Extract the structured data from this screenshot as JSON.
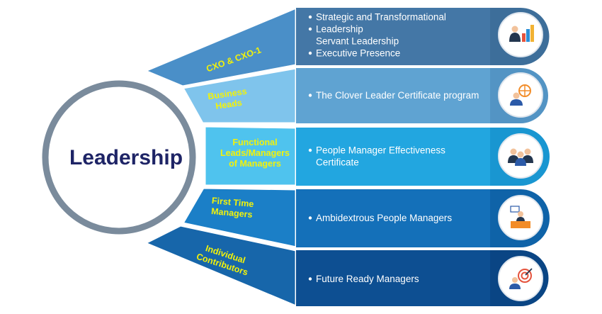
{
  "center": {
    "title": "Leadership"
  },
  "colors": {
    "ring": "#7a8b9c",
    "label": "#f2f20a",
    "text": "#ffffff",
    "title": "#1e2466"
  },
  "levels": [
    {
      "label_lines": [
        "CXO & CXO-1"
      ],
      "bullets": [
        {
          "lines": [
            "Strategic and Transformational"
          ]
        },
        {
          "lines": [
            "Leadership",
            "Servant Leadership"
          ]
        },
        {
          "lines": [
            "Executive Presence"
          ]
        }
      ],
      "icon": "leader-chart-icon",
      "fan_color": "#4a8fc8",
      "band_color": "#4477a6",
      "cap_color": "#3d6e9a"
    },
    {
      "label_lines": [
        "Business",
        "Heads"
      ],
      "bullets": [
        {
          "lines": [
            "The Clover Leader Certificate program"
          ]
        }
      ],
      "icon": "globe-person-icon",
      "fan_color": "#7fc4ec",
      "band_color": "#5fa3d2",
      "cap_color": "#5394c4"
    },
    {
      "label_lines": [
        "Functional",
        "Leads/Managers",
        "of Managers"
      ],
      "bullets": [
        {
          "lines": [
            "People Manager Effectiveness",
            "Certificate"
          ]
        }
      ],
      "icon": "team-icon",
      "fan_color": "#4fc3ee",
      "band_color": "#22a6e0",
      "cap_color": "#1996d1"
    },
    {
      "label_lines": [
        "First Time",
        "Managers"
      ],
      "bullets": [
        {
          "lines": [
            "Ambidextrous People Managers"
          ]
        }
      ],
      "icon": "presenter-icon",
      "fan_color": "#1b7fc7",
      "band_color": "#1470b9",
      "cap_color": "#0f63a8"
    },
    {
      "label_lines": [
        "Individual",
        "Contributors"
      ],
      "bullets": [
        {
          "lines": [
            "Future Ready Managers"
          ]
        }
      ],
      "icon": "target-person-icon",
      "fan_color": "#1766aa",
      "band_color": "#0d4f92",
      "cap_color": "#0a4584"
    }
  ]
}
